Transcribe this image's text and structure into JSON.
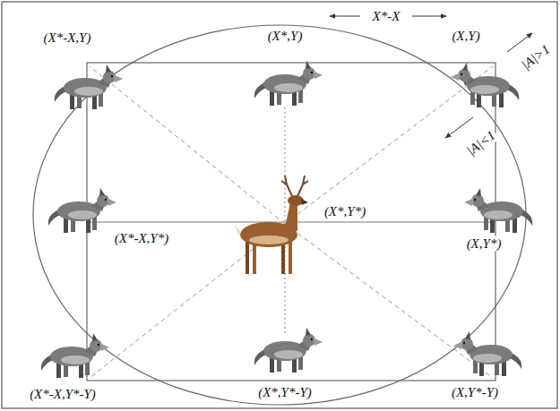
{
  "diagram": {
    "labels": [
      "X*-X",
      "(X*-X,Y)",
      "(X*,Y)",
      "(X,Y)",
      "|A|>1",
      "|A|<1",
      "(X*-X,Y*)",
      "(X*,Y*)",
      "(X,Y*)",
      "(X*-X,Y*-Y)",
      "(X*,Y*-Y)",
      "(X,Y*-Y)"
    ]
  }
}
